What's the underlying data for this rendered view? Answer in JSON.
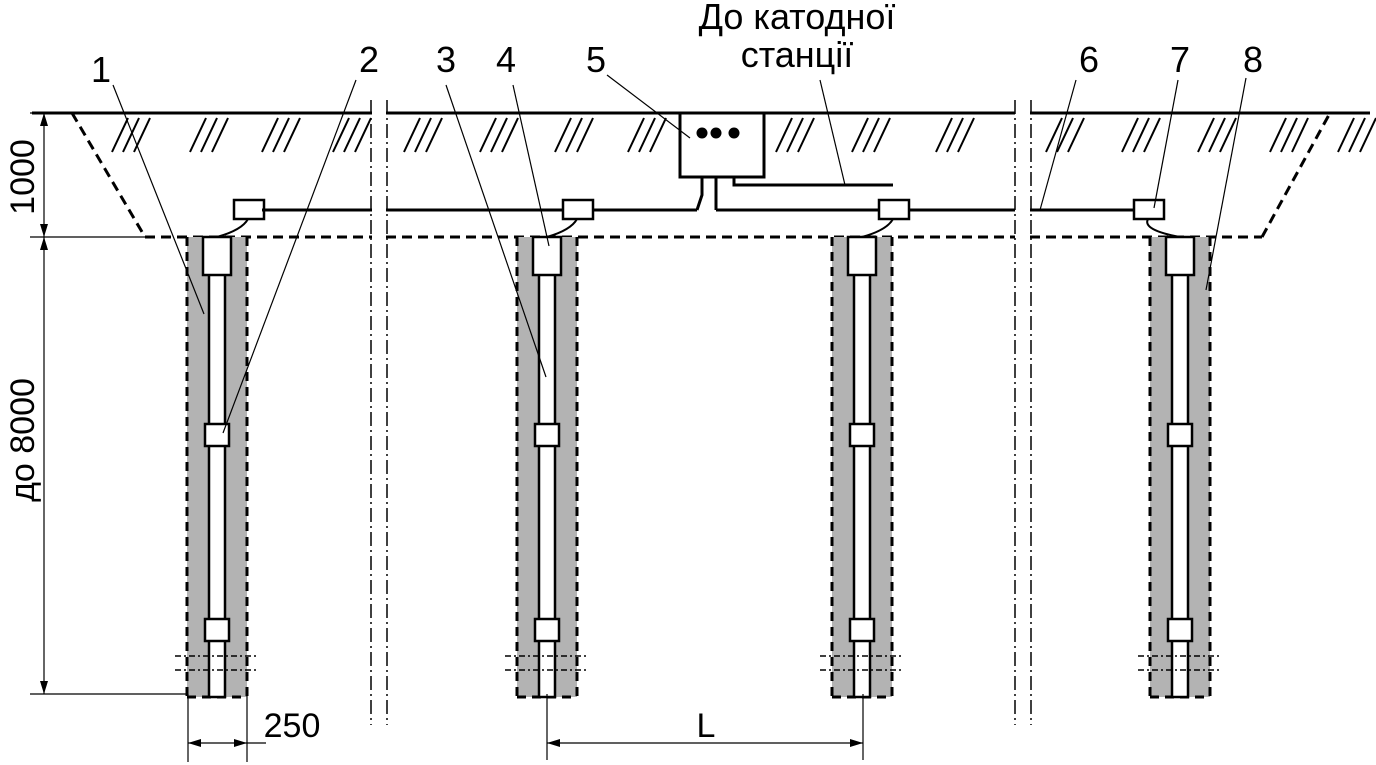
{
  "labels": {
    "n1": "1",
    "n2": "2",
    "n3": "3",
    "n4": "4",
    "n5": "5",
    "n6": "6",
    "n7": "7",
    "n8": "8"
  },
  "station": {
    "line1": "До катодної",
    "line2": "станції"
  },
  "dimensions": {
    "depth_top": "1000",
    "depth_main": "до 8000",
    "width": "250",
    "spacing": "L"
  },
  "colors": {
    "line": "#000000",
    "backfill": "#b3b3b3",
    "background": "#ffffff"
  }
}
